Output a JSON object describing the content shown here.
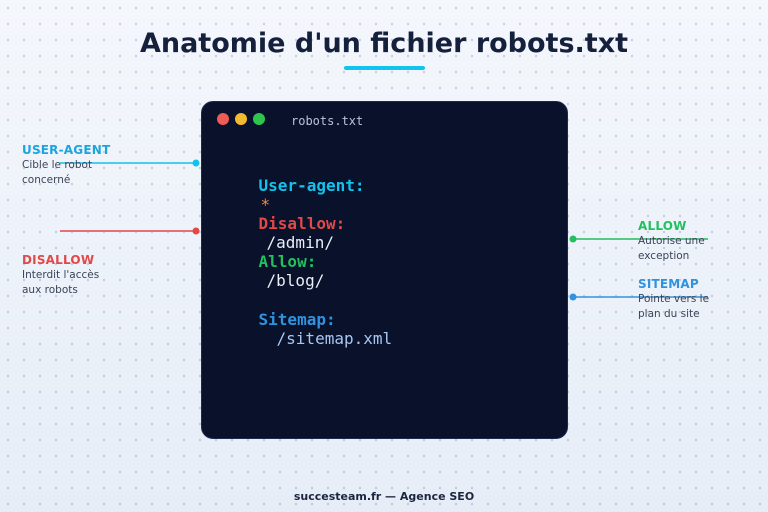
{
  "title": "Anatomie d'un fichier robots.txt",
  "terminal": {
    "window_title": "robots.txt",
    "lines": [
      {
        "key": "User-agent:",
        "value": "*"
      },
      {
        "key": "Disallow:",
        "value": "/admin/"
      },
      {
        "key": "Allow:",
        "value": "/blog/"
      },
      {
        "key": "Sitemap:",
        "value": "/sitemap.xml"
      }
    ]
  },
  "annotations": {
    "user_agent": {
      "title": "USER-AGENT",
      "desc1": "Cible le robot",
      "desc2": "concerné"
    },
    "disallow": {
      "title": "DISALLOW",
      "desc1": "Interdit l'accès",
      "desc2": "aux robots"
    },
    "allow": {
      "title": "ALLOW",
      "desc1": "Autorise une",
      "desc2": "exception"
    },
    "sitemap": {
      "title": "SITEMAP",
      "desc1": "Pointe vers le",
      "desc2": "plan du site"
    }
  },
  "footer": "succesteam.fr — Agence SEO",
  "colors": {
    "user_agent": "#12c2ec",
    "disallow": "#e14848",
    "allow": "#22c05e",
    "sitemap": "#2f93e0",
    "asterisk": "#f08a4b",
    "sitemap_value": "#a9c6f3",
    "dot_red": "#ef5b55",
    "dot_yellow": "#f3b92f",
    "dot_green": "#2fc54c"
  }
}
